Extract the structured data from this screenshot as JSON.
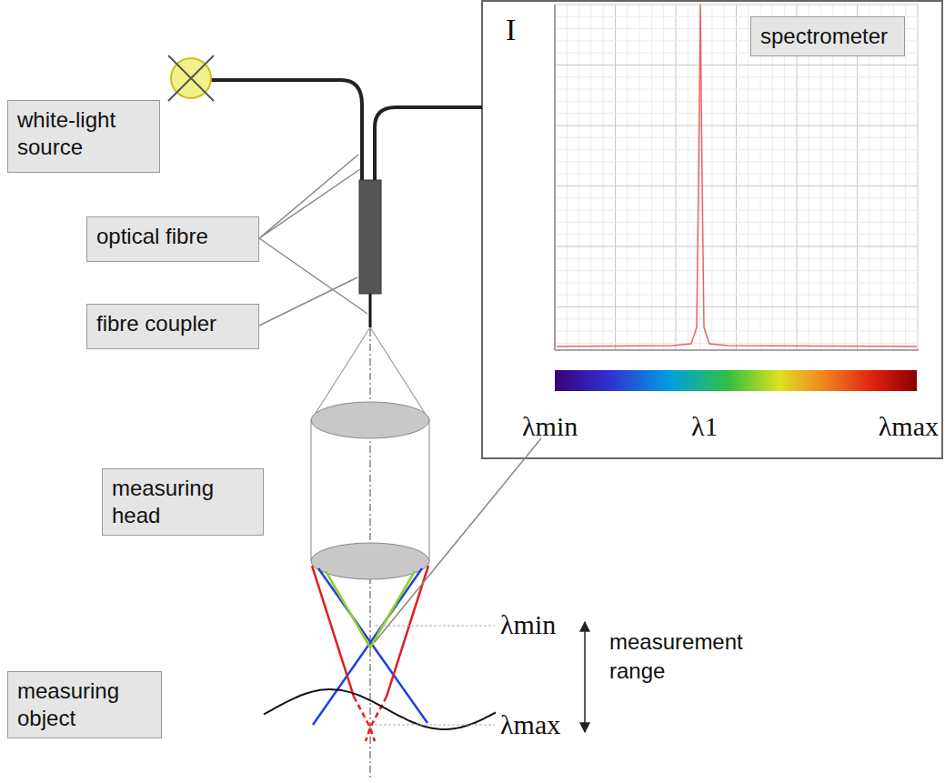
{
  "diagram": {
    "nodes": [
      {
        "text": [
          "white-light source"
        ]
      },
      {
        "text": [
          "optical fibre"
        ]
      },
      {
        "text": [
          "fibre coupler"
        ]
      },
      {
        "text": [
          "measuring head"
        ]
      },
      {
        "text": [
          "measuring object"
        ]
      },
      {
        "text": [
          "spectrometer"
        ]
      }
    ],
    "labels": [
      "I",
      "λmin",
      "λ1",
      "λmax",
      "λmin",
      "λmax",
      "measurement range"
    ]
  }
}
